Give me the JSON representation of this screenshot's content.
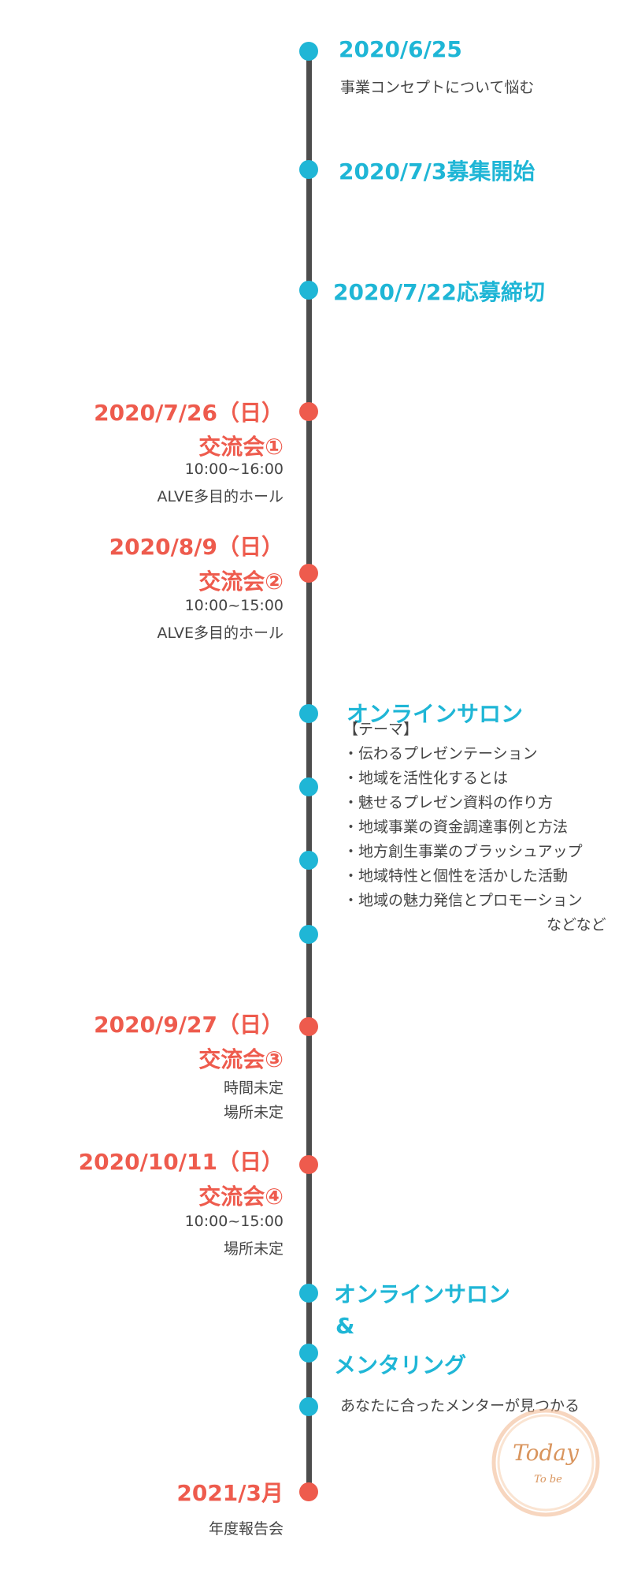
{
  "events": {
    "e1_date": "2020/6/25",
    "e1_desc": "事業コンセプトについて悩む",
    "e2_title": "2020/7/3募集開始",
    "e3_title": "2020/7/22応募締切",
    "m1_date": "2020/7/26（日）",
    "m1_title": "交流会①",
    "m1_time": "10:00~16:00",
    "m1_place": "ALVE多目的ホール",
    "m2_date": "2020/8/9（日）",
    "m2_title": "交流会②",
    "m2_time": "10:00~15:00",
    "m2_place": "ALVE多目的ホール",
    "salon_title": "オンラインサロン",
    "theme_header": "【テーマ】",
    "themes": [
      "・伝わるプレゼンテーション",
      "・地域を活性化するとは",
      "・魅せるプレゼン資料の作り方",
      "・地域事業の資金調達事例と方法",
      "・地方創生事業のブラッシュアップ",
      "・地域特性と個性を活かした活動",
      "・地域の魅力発信とプロモーション"
    ],
    "theme_footer": "などなど",
    "m3_date": "2020/9/27（日）",
    "m3_title": "交流会③",
    "m3_time": "時間未定",
    "m3_place": "場所未定",
    "m4_date": "2020/10/11（日）",
    "m4_title": "交流会④",
    "m4_time": "10:00~15:00",
    "m4_place": "場所未定",
    "mentor_line1": "オンラインサロン",
    "mentor_line2": "&",
    "mentor_line3": "メンタリング",
    "mentor_desc": "あなたに合ったメンターが見つかる",
    "final_date": "2021/3月",
    "final_desc": "年度報告会"
  },
  "logo": {
    "word1": "Today",
    "word2": "To be"
  },
  "colors": {
    "blue": "#1fb6d6",
    "red": "#ee5b4d",
    "line": "#4d4d4d",
    "logo": "#f0b48a"
  }
}
